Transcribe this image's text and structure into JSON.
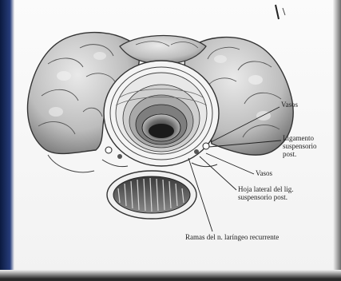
{
  "labels": {
    "vasos_upper": "Vasos",
    "ligamento": "Ligamento\nsuspensorio\npost.",
    "vasos_lower": "Vasos",
    "hoja_lateral": "Hoja lateral del lig.\nsuspensorio post.",
    "ramas": "Ramas del n. laríngeo recurrente"
  }
}
